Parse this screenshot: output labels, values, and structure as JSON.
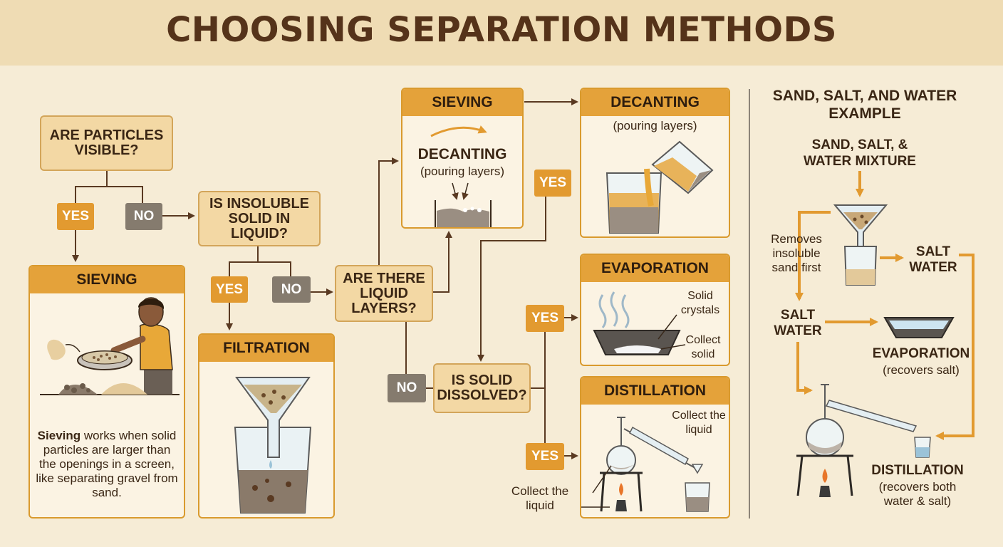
{
  "title": "CHOOSING SEPARATION METHODS",
  "colors": {
    "brown": "#55331a",
    "orange": "#e29a30",
    "gray": "#857b6e",
    "cream": "#f6ecd6"
  },
  "yes_label": "YES",
  "no_label": "NO",
  "questions": {
    "particles": "ARE PARTICLES VISIBLE?",
    "insoluble": "IS INSOLUBLE SOLID IN LIQUID?",
    "layers": "ARE THERE LIQUID LAYERS?",
    "dissolved": "IS SOLID DISSOLVED?"
  },
  "sieving_card": {
    "header": "SIEVING",
    "desc_bold": "Sieving",
    "desc_rest": " works when solid particles are larger than the openings in a screen, like separating gravel from sand."
  },
  "filtration_card": {
    "header": "FILTRATION"
  },
  "sieving_card2": {
    "header": "SIEVING",
    "body_title": "DECANTING",
    "body_sub": "(pouring layers)"
  },
  "decanting_card": {
    "header": "DECANTING",
    "sub": "(pouring layers)"
  },
  "evaporation_card": {
    "header": "EVAPORATION",
    "label1": "Solid crystals",
    "label2": "Collect solid"
  },
  "distillation_card": {
    "header": "DISTILLATION",
    "label1": "Collect the liquid",
    "label2": "Collect the liquid"
  },
  "example": {
    "title": "SAND, SALT, AND WATER EXAMPLE",
    "mixture": "SAND, SALT, & WATER MIXTURE",
    "removes": "Removes insoluble sand first",
    "salt_water1": "SALT WATER",
    "salt_water2": "SALT WATER",
    "evaporation": "EVAPORATION",
    "evaporation_sub": "(recovers salt)",
    "distillation": "DISTILLATION",
    "distillation_sub": "(recovers both water & salt)"
  }
}
